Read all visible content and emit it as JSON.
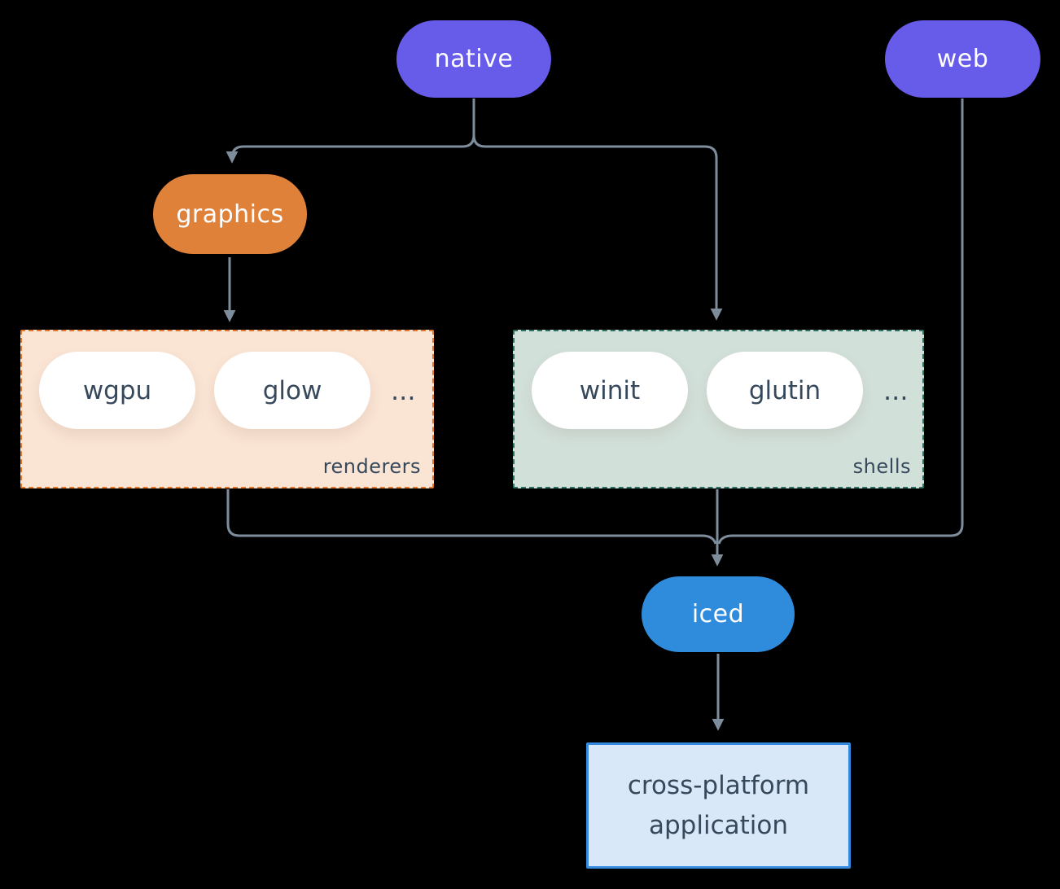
{
  "nodes": {
    "native": "native",
    "web": "web",
    "graphics": "graphics",
    "iced": "iced",
    "application": "cross-platform application"
  },
  "groups": {
    "renderers": {
      "label": "renderers",
      "items": [
        "wgpu",
        "glow"
      ],
      "more": "..."
    },
    "shells": {
      "label": "shells",
      "items": [
        "winit",
        "glutin"
      ],
      "more": "..."
    }
  },
  "colors": {
    "background": "#000000",
    "node_purple": "#675CEA",
    "node_orange": "#E0813A",
    "node_blue": "#2F8BDB",
    "renderers_bg": "#FAE4D4",
    "renderers_border": "#E2772C",
    "shells_bg": "#D2E0DA",
    "shells_border": "#2D7164",
    "app_bg": "#D9E8F8",
    "app_border": "#3389DE",
    "text_dark": "#36495C",
    "text_light": "#FFFFFF",
    "connector": "#7E8D9C"
  }
}
